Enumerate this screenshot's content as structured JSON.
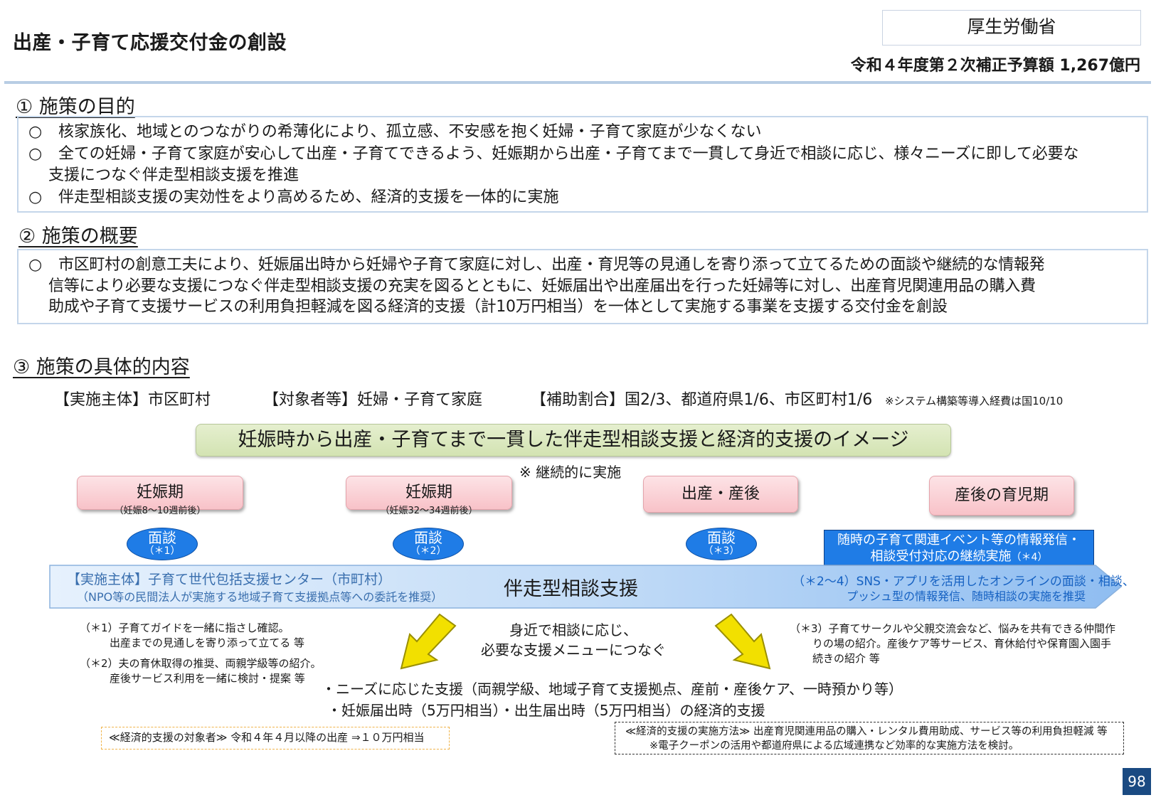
{
  "header": {
    "title": "出産・子育て応援交付金の創設",
    "ministry": "厚生労働省",
    "budget": "令和４年度第２次補正予算額 1,267億円"
  },
  "section1": {
    "heading": "① 施策の目的",
    "bullets": [
      {
        "marker": "○",
        "text": "核家族化、地域とのつながりの希薄化により、孤立感、不安感を抱く妊婦・子育て家庭が少なくない"
      },
      {
        "marker": "○",
        "text": "全ての妊婦・子育て家庭が安心して出産・子育てできるよう、妊娠期から出産・子育てまで一貫して身近で相談に応じ、様々ニーズに即して必要な"
      },
      {
        "marker": "",
        "text": "支援につなぐ伴走型相談支援を推進"
      },
      {
        "marker": "○",
        "text": "伴走型相談支援の実効性をより高めるため、経済的支援を一体的に実施"
      }
    ]
  },
  "section2": {
    "heading": "② 施策の概要",
    "lines": [
      "市区町村の創意工夫により、妊娠届出時から妊婦や子育て家庭に対し、出産・育児等の見通しを寄り添って立てるための面談や継続的な情報発",
      "信等により必要な支援につなぐ伴走型相談支援の充実を図るとともに、妊娠届出や出産届出を行った妊婦等に対し、出産育児関連用品の購入費",
      "助成や子育て支援サービスの利用負担軽減を図る経済的支援（計10万円相当）を一体として実施する事業を支援する交付金を創設"
    ],
    "marker": "○"
  },
  "section3": {
    "heading": "③ 施策の具体的内容",
    "implementer": "【実施主体】市区町村",
    "target": "【対象者等】妊婦・子育て家庭",
    "subsidy": "【補助割合】国2/3、都道府県1/6、市区町村1/6",
    "subsidy_note": "※システム構築等導入経費は国10/10"
  },
  "diagram": {
    "banner": "妊娠時から出産・子育てまで一貫した伴走型相談支援と経済的支援のイメージ",
    "continuous_note": "※ 継続的に実施",
    "phases": [
      {
        "label": "妊娠期",
        "sub": "（妊娠8～10週前後）"
      },
      {
        "label": "妊娠期",
        "sub": "（妊娠32～34週前後）"
      },
      {
        "label": "出産・産後",
        "sub": ""
      },
      {
        "label": "産後の育児期",
        "sub": ""
      }
    ],
    "interviews": [
      {
        "label": "面談",
        "note": "（＊1）"
      },
      {
        "label": "面談",
        "note": "（＊2）"
      },
      {
        "label": "面談",
        "note": "（＊3）"
      }
    ],
    "event_box": {
      "line1": "随時の子育て関連イベント等の情報発信・",
      "line2": "相談受付対応の継続実施",
      "note": "（＊4）"
    },
    "band": {
      "left_line1": "【実施主体】子育て世代包括支援センター（市町村）",
      "left_line2": "（NPO等の民間法人が実施する地域子育て支援拠点等への委託を推奨）",
      "center": "伴走型相談支援",
      "right_line1": "（＊2～4）SNS・アプリを活用したオンラインの面談・相談、",
      "right_line2": "プッシュ型の情報発信、随時相談の実施を推奨"
    },
    "notes_left": [
      {
        "line1": "（＊1）子育てガイドを一緒に指さし確認。",
        "line2": "出産までの見通しを寄り添って立てる 等"
      },
      {
        "line1": "（＊2）夫の育休取得の推奨、両親学級等の紹介。",
        "line2": "産後サービス利用を一緒に検討・提案 等"
      }
    ],
    "center_text": {
      "line1": "身近で相談に応じ、",
      "line2": "必要な支援メニューにつなぐ"
    },
    "notes_right": {
      "line1": "（＊3）子育てサークルや父親交流会など、悩みを共有できる仲間作",
      "line2": "りの場の紹介。産後ケア等サービス、育休給付や保育園入園手",
      "line3": "続きの紹介 等"
    },
    "support_lines": [
      "・ニーズに応じた支援（両親学級、地域子育て支援拠点、産前・産後ケア、一時預かり等）",
      "・妊娠届出時（5万円相当）・出生届出時（5万円相当）の経済的支援"
    ],
    "eligibility": "≪経済的支援の対象者≫ 令和４年４月以降の出産 ⇒１０万円相当",
    "method": {
      "line1": "≪経済的支援の実施方法≫ 出産育児関連用品の購入・レンタル費用助成、サービス等の利用負担軽減 等",
      "line2": "※電子クーポンの活用や都道府県による広域連携など効率的な実施方法を検討。"
    }
  },
  "page_number": "98",
  "colors": {
    "interview_blue": "#1f7ce6",
    "band_blue": "#a9cdf4",
    "phase_pink": "#f8c2c8",
    "banner_green": "#d3e3b2",
    "arrow_yellow": "#f2e000"
  }
}
